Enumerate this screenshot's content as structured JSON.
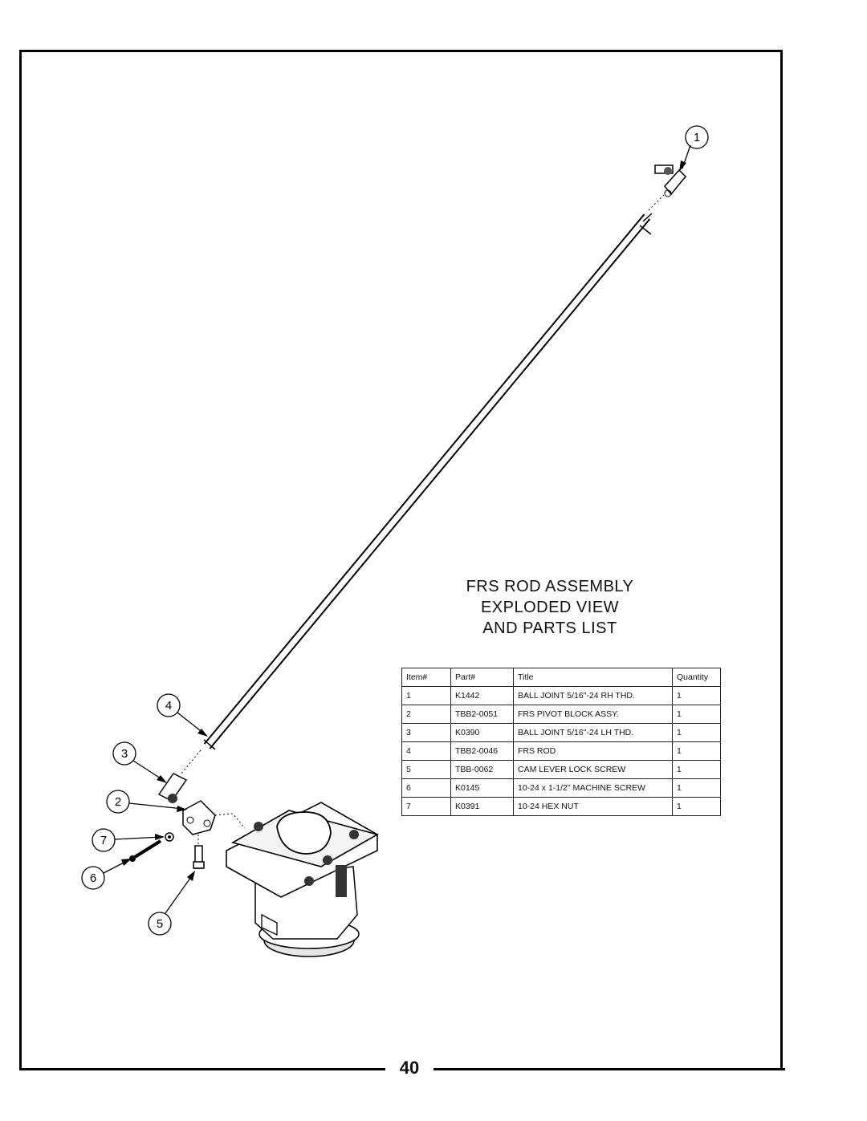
{
  "title_lines": [
    "FRS ROD ASSEMBLY",
    "EXPLODED VIEW",
    "AND PARTS LIST"
  ],
  "parts_table": {
    "headers": [
      "Item#",
      "Part#",
      "Title",
      "Quantity"
    ],
    "rows": [
      [
        "1",
        "K1442",
        "BALL JOINT 5/16\"-24 RH THD.",
        "1"
      ],
      [
        "2",
        "TBB2-0051",
        "FRS PIVOT BLOCK ASSY.",
        "1"
      ],
      [
        "3",
        "K0390",
        "BALL JOINT 5/16\"-24 LH THD.",
        "1"
      ],
      [
        "4",
        "TBB2-0046",
        "FRS ROD",
        "1"
      ],
      [
        "5",
        "TBB-0062",
        "CAM LEVER LOCK SCREW",
        "1"
      ],
      [
        "6",
        "K0145",
        "10-24 x 1-1/2\" MACHINE SCREW",
        "1"
      ],
      [
        "7",
        "K0391",
        "10-24 HEX NUT",
        "1"
      ]
    ]
  },
  "callouts": [
    "1",
    "2",
    "3",
    "4",
    "5",
    "6",
    "7"
  ],
  "page_number": "40"
}
